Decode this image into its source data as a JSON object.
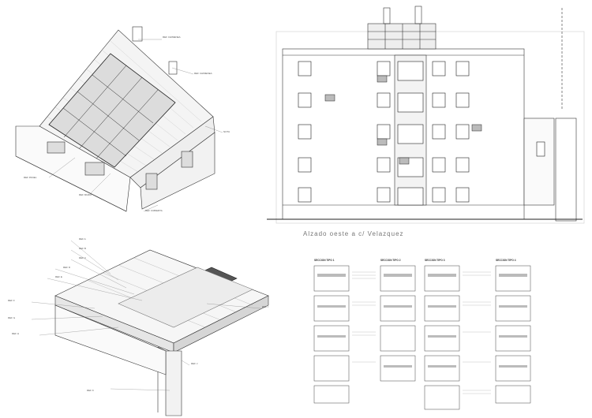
{
  "elevation": {
    "caption": "Alzado oeste a c/ Velazquez"
  },
  "details": {
    "headers": [
      "SECCION TIPO 1",
      "SECCION TIPO 2",
      "SECCION TIPO 3",
      "SECCION TIPO 4"
    ]
  },
  "colors": {
    "line": "#333333",
    "light_line": "#888888",
    "hatch": "#9a9a9a",
    "frame": "#d8d8d8"
  }
}
